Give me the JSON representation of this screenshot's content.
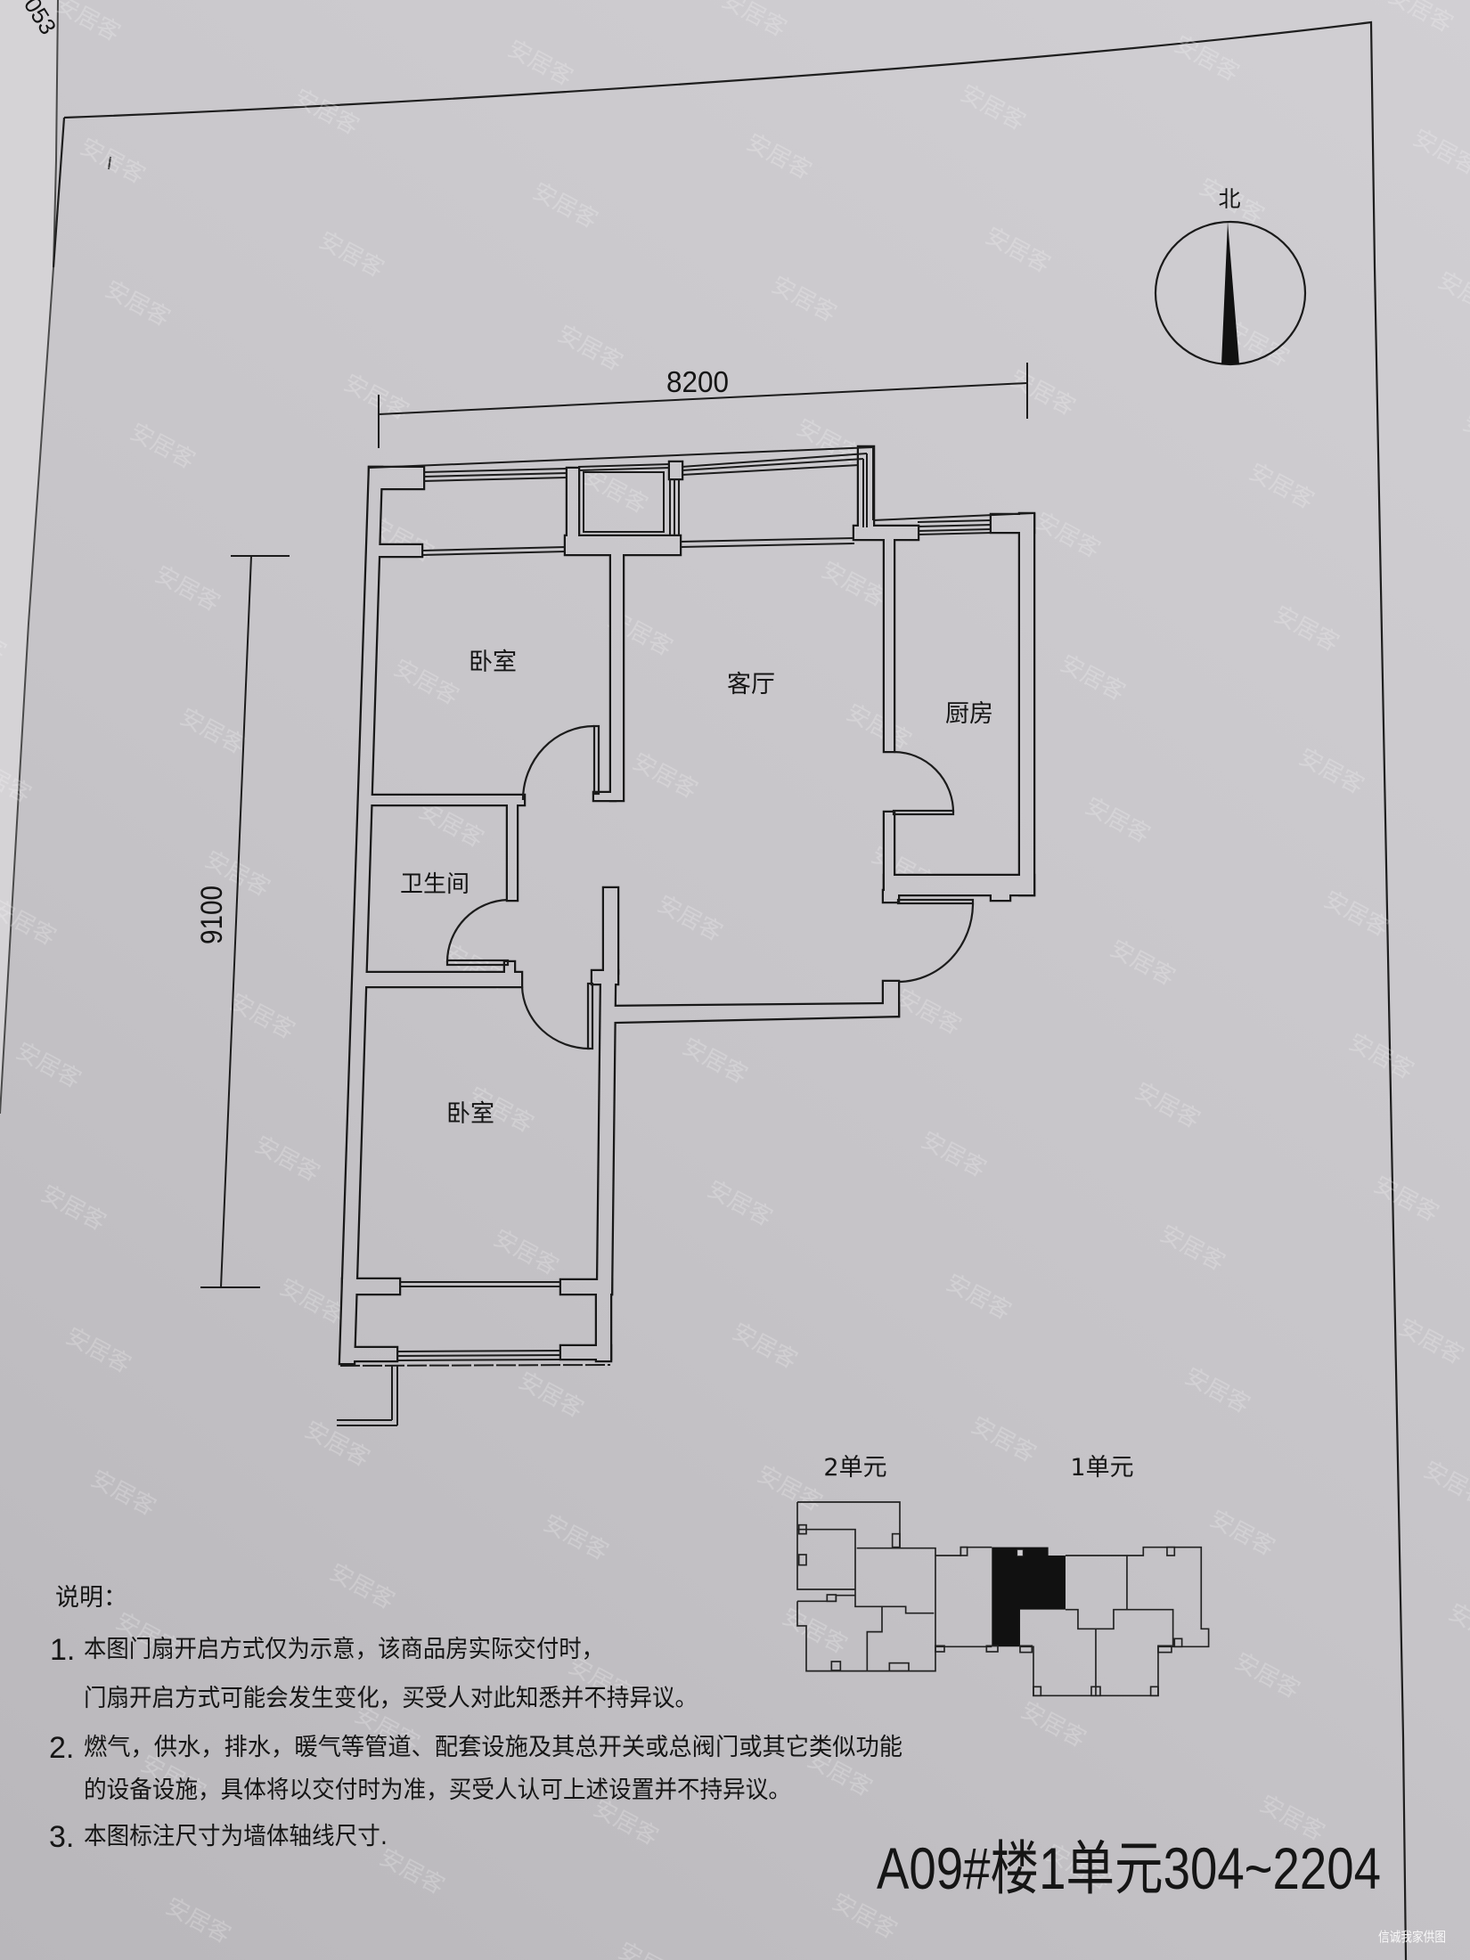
{
  "page": {
    "page_number_fragment": "053"
  },
  "plan": {
    "dimensions": {
      "width": "8200",
      "depth": "9100"
    },
    "compass": {
      "label": "北"
    },
    "rooms": {
      "bedroom_north": "卧室",
      "living_room": "客厅",
      "kitchen": "厨房",
      "bathroom": "卫生间",
      "bedroom_south": "卧室"
    }
  },
  "key_plan": {
    "unit_2_label": "2单元",
    "unit_1_label": "1单元",
    "highlight_color": "#111111"
  },
  "notes": {
    "heading": "说明：",
    "items": [
      {
        "number": "1.",
        "lines": [
          "本图门扇开启方式仅为示意，该商品房实际交付时，",
          "门扇开启方式可能会发生变化，买受人对此知悉并不持异议。"
        ]
      },
      {
        "number": "2.",
        "lines": [
          "燃气，供水，排水，暖气等管道、配套设施及其总开关或总阀门或其它类似功能",
          "的设备设施，具体将以交付时为准，买受人认可上述设置并不持异议。"
        ]
      },
      {
        "number": "3.",
        "lines": [
          "本图标注尺寸为墙体轴线尺寸."
        ]
      }
    ]
  },
  "title": "A09#楼1单元304~2204",
  "watermarks": {
    "site": "安居客",
    "credit": "信诚我家供图"
  },
  "colors": {
    "paper": "#c9c7cb",
    "ink": "#161616"
  }
}
